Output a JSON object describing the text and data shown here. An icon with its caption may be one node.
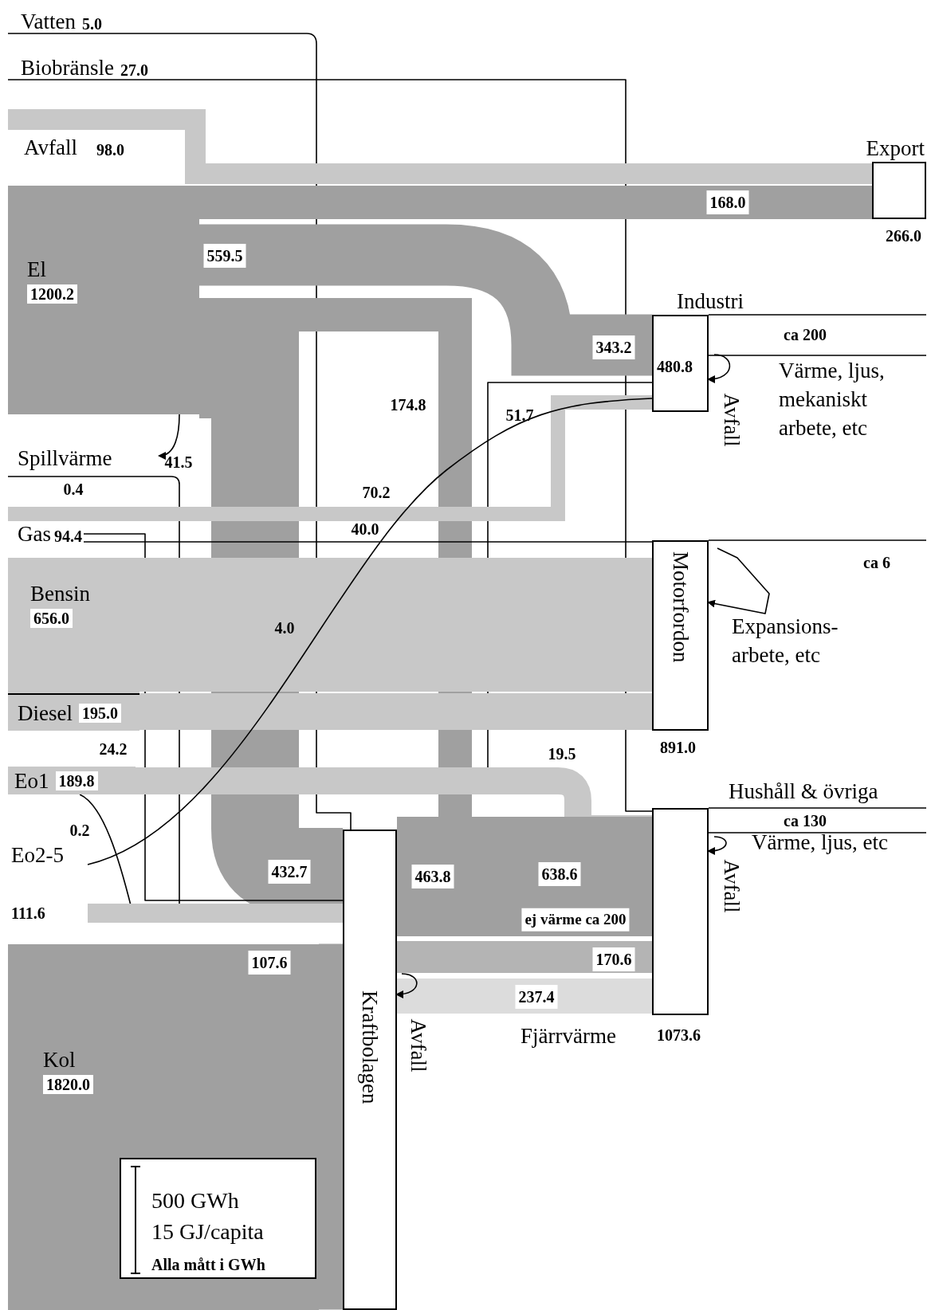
{
  "diagram": {
    "nodes": [
      {
        "text": [
          "Vatten",
          "5.0"
        ]
      },
      {
        "text": [
          "Biobränsle",
          "27.0"
        ]
      },
      {
        "text": [
          "Avfall",
          "98.0"
        ]
      },
      {
        "text": [
          "El",
          "1200.2"
        ]
      },
      {
        "text": [
          "Spillvärme"
        ]
      },
      {
        "text": [
          "Gas",
          "94.4"
        ]
      },
      {
        "text": [
          "Bensin",
          "656.0"
        ]
      },
      {
        "text": [
          "Diesel",
          "195.0"
        ]
      },
      {
        "text": [
          "Eo1",
          "189.8"
        ]
      },
      {
        "text": [
          "Eo2-5",
          "111.6"
        ]
      },
      {
        "text": [
          "Kol",
          "1820.0"
        ]
      },
      {
        "text": [
          "Export"
        ],
        "beside": [
          "266.0"
        ]
      },
      {
        "text": [
          "Industri",
          "480.8"
        ]
      },
      {
        "text": [
          "Motorfordon"
        ],
        "beside": [
          "891.0"
        ]
      },
      {
        "text": [
          "Hushåll & övriga"
        ],
        "beside": [
          "1073.6"
        ]
      },
      {
        "text": [
          "Kraftbolagen"
        ]
      }
    ],
    "edges": [
      {
        "from": 0,
        "to": 15,
        "arrow": "none",
        "color": "#000000"
      },
      {
        "from": 1,
        "to": 14,
        "arrow": "none",
        "color": "#000000"
      },
      {
        "from": 3,
        "to": 11,
        "arrow": "none",
        "label": "168.0",
        "style": "thick",
        "color": "#a0a0a0"
      },
      {
        "from": 3,
        "to": 12,
        "arrow": "none",
        "label": "343.2",
        "style": "thick",
        "color": "#a0a0a0"
      },
      {
        "from": 3,
        "to": 14,
        "arrow": "none",
        "label": "174.8",
        "style": "thick",
        "color": "#a0a0a0"
      },
      {
        "from": 3,
        "to": 15,
        "arrow": "none",
        "label": "432.7",
        "style": "thick",
        "color": "#a0a0a0"
      },
      {
        "from": 3,
        "to": 4,
        "arrow": "to",
        "label": "41.5",
        "color": "#000000"
      },
      {
        "from": 4,
        "to": 15,
        "arrow": "none",
        "label": "0.4",
        "color": "#000000"
      },
      {
        "from": 5,
        "to": 15,
        "arrow": "none",
        "label": "24.2",
        "color": "#000000"
      },
      {
        "from": 5,
        "to": 13,
        "arrow": "none",
        "label": "40.0",
        "color": "#000000"
      },
      {
        "from": 8,
        "to": 12,
        "arrow": "none",
        "label": "51.7",
        "color": "#000000"
      },
      {
        "from": 8,
        "to": 15,
        "arrow": "none",
        "label": "0.2",
        "color": "#000000"
      },
      {
        "from": 2,
        "to": 11,
        "arrow": "none",
        "style": "thick",
        "color": "#c8c8c8"
      },
      {
        "from": 5,
        "to": 12,
        "arrow": "none",
        "label": "70.2",
        "style": "thick",
        "color": "#c8c8c8"
      },
      {
        "from": 6,
        "to": 13,
        "arrow": "none",
        "style": "thick",
        "color": "#c8c8c8"
      },
      {
        "from": 7,
        "to": 13,
        "arrow": "none",
        "style": "thick",
        "color": "#c8c8c8"
      },
      {
        "from": 8,
        "to": 14,
        "arrow": "none",
        "style": "thick",
        "color": "#c8c8c8"
      },
      {
        "from": 9,
        "to": 15,
        "arrow": "none",
        "label": "107.6",
        "style": "thick",
        "color": "#c8c8c8"
      },
      {
        "from": 9,
        "to": 12,
        "arrow": "none",
        "label": "4.0",
        "color": "#000000"
      },
      {
        "from": 10,
        "to": 15,
        "arrow": "none",
        "style": "thick",
        "color": "#a0a0a0"
      },
      {
        "from": 15,
        "to": 14,
        "arrow": "none",
        "label": "463.8",
        "style": "thick",
        "color": "#a0a0a0"
      },
      {
        "from": 15,
        "to": 14,
        "arrow": "none",
        "label": "170.6",
        "style": "thick",
        "color": "#b4b4b4"
      },
      {
        "from": 15,
        "to": 14,
        "arrow": "none",
        "label": "237.4",
        "style": "thick",
        "color": "#dcdcdc"
      },
      {
        "from": 12,
        "to": null,
        "arrow": "none",
        "label": "ca 200",
        "color": "#000000"
      },
      {
        "from": 13,
        "to": null,
        "arrow": "none",
        "label": "ca 6",
        "color": "#000000"
      },
      {
        "from": 14,
        "to": null,
        "arrow": "none",
        "label": "ca 130",
        "color": "#000000"
      },
      {
        "from": null,
        "to": 12,
        "arrow": "to",
        "label": "Avfall",
        "color": "#000000"
      },
      {
        "from": null,
        "to": 13,
        "arrow": "to",
        "color": "#000000"
      },
      {
        "from": null,
        "to": 14,
        "arrow": "to",
        "label": "Avfall",
        "color": "#000000"
      },
      {
        "from": null,
        "to": 15,
        "arrow": "to",
        "label": "Avfall",
        "color": "#000000"
      }
    ],
    "labels": [
      "559.5",
      "638.6",
      "ej värme ca 200",
      "19.5",
      "Värme, ljus, mekaniskt arbete, etc",
      "Expansions- arbete, etc",
      "Värme, ljus, etc",
      "Fjärrvärme",
      "500 GWh",
      "15 GJ/capita",
      "Alla mått i GWh"
    ]
  }
}
